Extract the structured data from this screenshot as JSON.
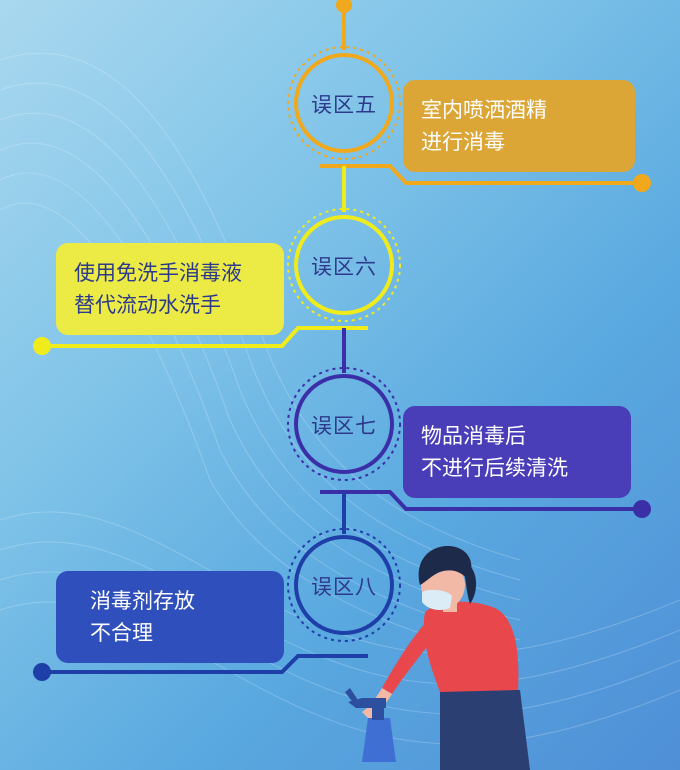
{
  "steps": [
    {
      "label": "误区五",
      "line1": "室内喷洒酒精",
      "line2": "进行消毒",
      "color": "#f0a81c",
      "box_color": "#dca637",
      "text_color": "#ffffff"
    },
    {
      "label": "误区六",
      "line1": "使用免洗手消毒液",
      "line2": "替代流动水洗手",
      "color": "#f0ec1c",
      "box_color": "#eceb45",
      "text_color": "#2d3a8c"
    },
    {
      "label": "误区七",
      "line1": "物品消毒后",
      "line2": "不进行后续清洗",
      "color": "#3b2fa8",
      "box_color": "#4a3eb8",
      "text_color": "#ffffff"
    },
    {
      "label": "误区八",
      "line1": "消毒剂存放",
      "line2": "不合理",
      "color": "#1f3fa8",
      "box_color": "#2f4fbc",
      "text_color": "#ffffff"
    }
  ]
}
